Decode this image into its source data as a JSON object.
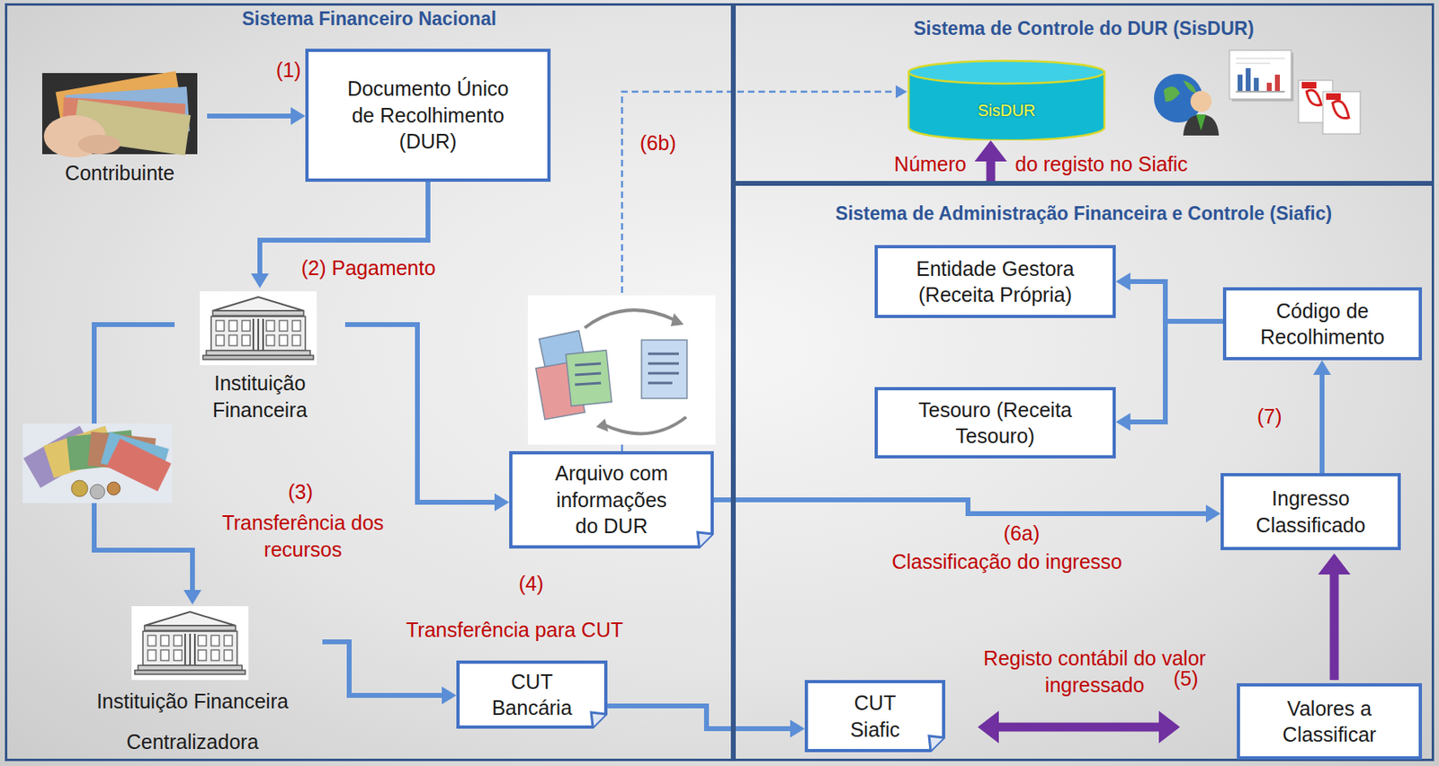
{
  "diagram": {
    "nodes": [
      {
        "text": [
          "Sistema Financeiro Nacional"
        ]
      },
      {
        "text": [
          "Contribuinte"
        ],
        "in": 0
      },
      {
        "text": [
          "Documento Único de Recolhimento (DUR)"
        ],
        "in": 0
      },
      {
        "text": [
          "Instituição Financeira"
        ],
        "in": 0
      },
      {
        "text": [
          "Arquivo com informações do DUR"
        ],
        "in": 0
      },
      {
        "text": [
          "Instituição Financeira Centralizadora"
        ],
        "in": 0
      },
      {
        "text": [
          "CUT Bancária"
        ],
        "in": 0
      },
      {
        "text": [
          "Sistema de Controle do DUR (SisDUR)"
        ]
      },
      {
        "text": [
          "SisDUR"
        ],
        "in": 7
      },
      {
        "text": [
          "Sistema de Administração Financeira e Controle (Siafic)"
        ]
      },
      {
        "text": [
          "Entidade Gestora (Receita Própria)"
        ],
        "in": 9
      },
      {
        "text": [
          "Código de Recolhimento"
        ],
        "in": 9
      },
      {
        "text": [
          "Tesouro (Receita Tesouro)"
        ],
        "in": 9
      },
      {
        "text": [
          "Ingresso Classificado"
        ],
        "in": 9
      },
      {
        "text": [
          "CUT Siafic"
        ],
        "in": 9
      },
      {
        "text": [
          "Valores a Classificar"
        ],
        "in": 9
      }
    ],
    "edges": [
      {
        "from": 1,
        "to": 2,
        "arrow": "to"
      },
      {
        "from": 2,
        "to": 3,
        "label": "(2) Pagamento",
        "arrow": "to"
      },
      {
        "from": 3,
        "to": 5,
        "label": "Transferência dos recursos",
        "arrow": "to"
      },
      {
        "from": 3,
        "to": 4,
        "arrow": "to"
      },
      {
        "from": 5,
        "to": 6,
        "label": "Transferência para CUT",
        "arrow": "to"
      },
      {
        "from": 6,
        "to": 14,
        "arrow": "to"
      },
      {
        "from": 4,
        "to": 13,
        "label": "Classificação do ingresso",
        "arrow": "to"
      },
      {
        "from": 4,
        "to": 8,
        "label": "(6b)",
        "arrow": "to"
      },
      {
        "from": 14,
        "to": 15,
        "label": "Registo contábil do valor ingressado",
        "arrow": "both"
      },
      {
        "from": 15,
        "to": 13,
        "arrow": "to"
      },
      {
        "from": 13,
        "to": 11,
        "label": "(7)",
        "arrow": "to"
      },
      {
        "from": 11,
        "to": 10,
        "arrow": "to"
      },
      {
        "from": 11,
        "to": 12,
        "arrow": "to"
      },
      {
        "from": 9,
        "to": 8,
        "arrow": "to"
      }
    ],
    "labels": [
      "(1)",
      "(3)",
      "(4)",
      "(6a)",
      "(5)",
      "Número",
      "do registo no Siafic"
    ]
  }
}
